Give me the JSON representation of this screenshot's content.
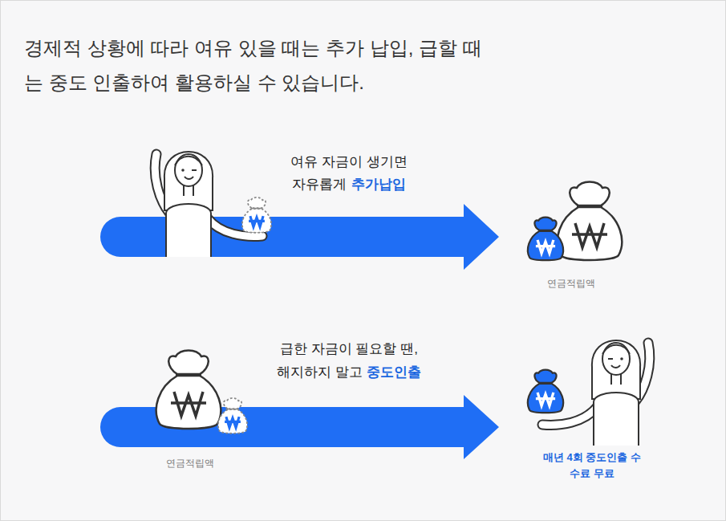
{
  "diagram": {
    "title": "경제적 상황에 따라 여유 있을 때는 추가 납입, 급할 때는 중도 인출하여 활용하실 수 있습니다.",
    "labels": [
      "여유 자금이 생기면",
      "자유롭게",
      "추가납입",
      "연금적립액",
      "급한 자금이 필요할 땐,",
      "해지하지 말고",
      "중도인출",
      "연금적립액",
      "매년 4회 중도인출 수수료 무료"
    ]
  }
}
